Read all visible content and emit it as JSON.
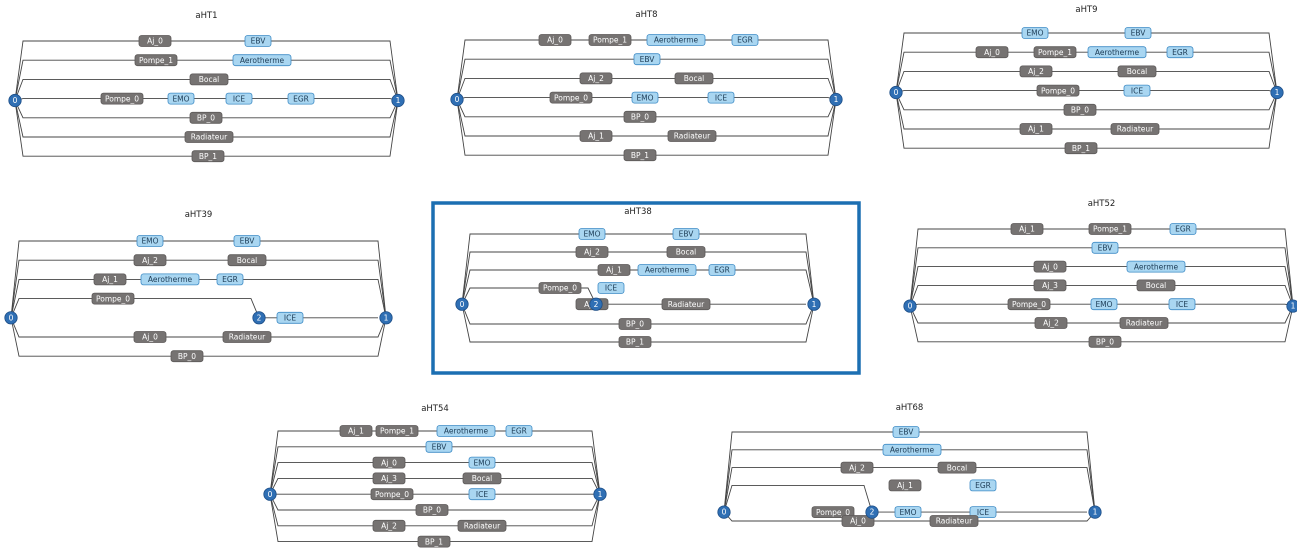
{
  "colors": {
    "dark_box": "#767372",
    "dark_text": "#ffffff",
    "light_box": "#a9d6f1",
    "light_border": "#3f8cc6",
    "light_text": "#21405a",
    "node_fill": "#2f6fb4",
    "node_text": "#ffffff",
    "highlight_frame": "#1c6fb2",
    "line": "#444444"
  },
  "diagrams": [
    {
      "title": "aHT1",
      "start": "0",
      "end": "1",
      "branches": [
        [
          {
            "t": "Aj_0",
            "c": "d"
          },
          {
            "t": "EBV",
            "c": "l"
          }
        ],
        [
          {
            "t": "Pompe_1",
            "c": "d"
          },
          {
            "t": "Aerotherme",
            "c": "l"
          }
        ],
        [
          {
            "t": "Bocal",
            "c": "d"
          }
        ],
        [
          {
            "t": "Pompe_0",
            "c": "d"
          },
          {
            "t": "EMO",
            "c": "l"
          },
          {
            "t": "ICE",
            "c": "l"
          },
          {
            "t": "EGR",
            "c": "l"
          }
        ],
        [
          {
            "t": "BP_0",
            "c": "d"
          }
        ],
        [
          {
            "t": "Radiateur",
            "c": "d"
          }
        ],
        [
          {
            "t": "BP_1",
            "c": "d"
          }
        ]
      ]
    },
    {
      "title": "aHT8",
      "start": "0",
      "end": "1",
      "branches": [
        [
          {
            "t": "Aj_0",
            "c": "d"
          },
          {
            "t": "Pompe_1",
            "c": "d"
          },
          {
            "t": "Aerotherme",
            "c": "l"
          },
          {
            "t": "EGR",
            "c": "l"
          }
        ],
        [
          {
            "t": "EBV",
            "c": "l"
          }
        ],
        [
          {
            "t": "Aj_2",
            "c": "d"
          },
          {
            "t": "Bocal",
            "c": "d"
          }
        ],
        [
          {
            "t": "Pompe_0",
            "c": "d"
          },
          {
            "t": "EMO",
            "c": "l"
          },
          {
            "t": "ICE",
            "c": "l"
          }
        ],
        [
          {
            "t": "BP_0",
            "c": "d"
          }
        ],
        [
          {
            "t": "Aj_1",
            "c": "d"
          },
          {
            "t": "Radiateur",
            "c": "d"
          }
        ],
        [
          {
            "t": "BP_1",
            "c": "d"
          }
        ]
      ]
    },
    {
      "title": "aHT9",
      "start": "0",
      "end": "1",
      "branches": [
        [
          {
            "t": "EMO",
            "c": "l"
          },
          {
            "t": "EBV",
            "c": "l"
          }
        ],
        [
          {
            "t": "Aj_0",
            "c": "d"
          },
          {
            "t": "Pompe_1",
            "c": "d"
          },
          {
            "t": "Aerotherme",
            "c": "l"
          },
          {
            "t": "EGR",
            "c": "l"
          }
        ],
        [
          {
            "t": "Aj_2",
            "c": "d"
          },
          {
            "t": "Bocal",
            "c": "d"
          }
        ],
        [
          {
            "t": "Pompe_0",
            "c": "d"
          },
          {
            "t": "ICE",
            "c": "l"
          }
        ],
        [
          {
            "t": "BP_0",
            "c": "d"
          }
        ],
        [
          {
            "t": "Aj_1",
            "c": "d"
          },
          {
            "t": "Radiateur",
            "c": "d"
          }
        ],
        [
          {
            "t": "BP_1",
            "c": "d"
          }
        ]
      ]
    },
    {
      "title": "aHT39",
      "start": "0",
      "end": "1",
      "mid": "2",
      "branches": [
        [
          {
            "t": "EMO",
            "c": "l"
          },
          {
            "t": "EBV",
            "c": "l"
          }
        ],
        [
          {
            "t": "Aj_2",
            "c": "d"
          },
          {
            "t": "Bocal",
            "c": "d"
          }
        ],
        [
          {
            "t": "Aj_1",
            "c": "d"
          },
          {
            "t": "Aerotherme",
            "c": "l"
          },
          {
            "t": "EGR",
            "c": "l"
          }
        ],
        [
          {
            "t": "Pompe_0",
            "c": "d"
          }
        ],
        [
          {
            "t": "ICE",
            "c": "l"
          }
        ],
        [
          {
            "t": "Aj_0",
            "c": "d"
          },
          {
            "t": "Radiateur",
            "c": "d"
          }
        ],
        [
          {
            "t": "BP_0",
            "c": "d"
          }
        ]
      ]
    },
    {
      "title": "aHT38",
      "start": "0",
      "end": "1",
      "mid": "2",
      "branches": [
        [
          {
            "t": "EMO",
            "c": "l"
          },
          {
            "t": "EBV",
            "c": "l"
          }
        ],
        [
          {
            "t": "Aj_2",
            "c": "d"
          },
          {
            "t": "Bocal",
            "c": "d"
          }
        ],
        [
          {
            "t": "Aj_1",
            "c": "d"
          },
          {
            "t": "Aerotherme",
            "c": "l"
          },
          {
            "t": "EGR",
            "c": "l"
          }
        ],
        [
          {
            "t": "Pompe_0",
            "c": "d"
          },
          {
            "t": "ICE",
            "c": "l"
          }
        ],
        [
          {
            "t": "Aj_0",
            "c": "d"
          },
          {
            "t": "Radiateur",
            "c": "d"
          }
        ],
        [
          {
            "t": "BP_0",
            "c": "d"
          }
        ],
        [
          {
            "t": "BP_1",
            "c": "d"
          }
        ]
      ]
    },
    {
      "title": "aHT52",
      "start": "0",
      "end": "1",
      "branches": [
        [
          {
            "t": "Aj_1",
            "c": "d"
          },
          {
            "t": "Pompe_1",
            "c": "d"
          },
          {
            "t": "EGR",
            "c": "l"
          }
        ],
        [
          {
            "t": "EBV",
            "c": "l"
          }
        ],
        [
          {
            "t": "Aj_0",
            "c": "d"
          },
          {
            "t": "Aerotherme",
            "c": "l"
          }
        ],
        [
          {
            "t": "Aj_3",
            "c": "d"
          },
          {
            "t": "Bocal",
            "c": "d"
          }
        ],
        [
          {
            "t": "Pompe_0",
            "c": "d"
          },
          {
            "t": "EMO",
            "c": "l"
          },
          {
            "t": "ICE",
            "c": "l"
          }
        ],
        [
          {
            "t": "Aj_2",
            "c": "d"
          },
          {
            "t": "Radiateur",
            "c": "d"
          }
        ],
        [
          {
            "t": "BP_0",
            "c": "d"
          }
        ]
      ]
    },
    {
      "title": "aHT54",
      "start": "0",
      "end": "1",
      "branches": [
        [
          {
            "t": "Aj_1",
            "c": "d"
          },
          {
            "t": "Pompe_1",
            "c": "d"
          },
          {
            "t": "Aerotherme",
            "c": "l"
          },
          {
            "t": "EGR",
            "c": "l"
          }
        ],
        [
          {
            "t": "EBV",
            "c": "l"
          }
        ],
        [
          {
            "t": "Aj_0",
            "c": "d"
          },
          {
            "t": "EMO",
            "c": "l"
          }
        ],
        [
          {
            "t": "Aj_3",
            "c": "d"
          },
          {
            "t": "Bocal",
            "c": "d"
          }
        ],
        [
          {
            "t": "Pompe_0",
            "c": "d"
          },
          {
            "t": "ICE",
            "c": "l"
          }
        ],
        [
          {
            "t": "BP_0",
            "c": "d"
          }
        ],
        [
          {
            "t": "Aj_2",
            "c": "d"
          },
          {
            "t": "Radiateur",
            "c": "d"
          }
        ],
        [
          {
            "t": "BP_1",
            "c": "d"
          }
        ]
      ]
    },
    {
      "title": "aHT68",
      "start": "0",
      "end": "1",
      "mid": "2",
      "branches": [
        [
          {
            "t": "EBV",
            "c": "l"
          }
        ],
        [
          {
            "t": "Aerotherme",
            "c": "l"
          }
        ],
        [
          {
            "t": "Aj_2",
            "c": "d"
          },
          {
            "t": "Bocal",
            "c": "d"
          }
        ],
        [
          {
            "t": "Aj_1",
            "c": "d"
          },
          {
            "t": "EGR",
            "c": "l"
          }
        ],
        [
          {
            "t": "Pompe_0",
            "c": "d"
          },
          {
            "t": "EMO",
            "c": "l"
          },
          {
            "t": "ICE",
            "c": "l"
          }
        ],
        [
          {
            "t": "Aj_0",
            "c": "d"
          },
          {
            "t": "Radiateur",
            "c": "d"
          }
        ]
      ]
    }
  ]
}
